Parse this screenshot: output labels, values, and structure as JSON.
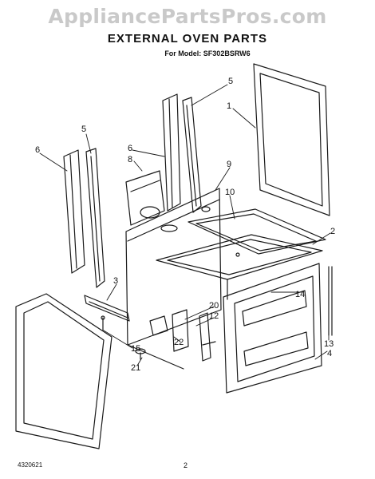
{
  "watermark": "AppliancePartsPros.com",
  "title": "EXTERNAL OVEN PARTS",
  "subtitle": "For Model: SF302BSRW6",
  "footer": {
    "code": "4320621",
    "page": "2"
  },
  "callouts": [
    {
      "id": "c5a",
      "label": "5"
    },
    {
      "id": "c1",
      "label": "1"
    },
    {
      "id": "c5b",
      "label": "5"
    },
    {
      "id": "c6a",
      "label": "6"
    },
    {
      "id": "c6b",
      "label": "6"
    },
    {
      "id": "c8",
      "label": "8"
    },
    {
      "id": "c9",
      "label": "9"
    },
    {
      "id": "c10",
      "label": "10"
    },
    {
      "id": "c2",
      "label": "2"
    },
    {
      "id": "c3",
      "label": "3"
    },
    {
      "id": "c14",
      "label": "14"
    },
    {
      "id": "c20",
      "label": "20"
    },
    {
      "id": "c12",
      "label": "12"
    },
    {
      "id": "c22",
      "label": "22"
    },
    {
      "id": "c15",
      "label": "15"
    },
    {
      "id": "c21",
      "label": "21"
    },
    {
      "id": "c13",
      "label": "13"
    },
    {
      "id": "c4",
      "label": "4"
    }
  ]
}
